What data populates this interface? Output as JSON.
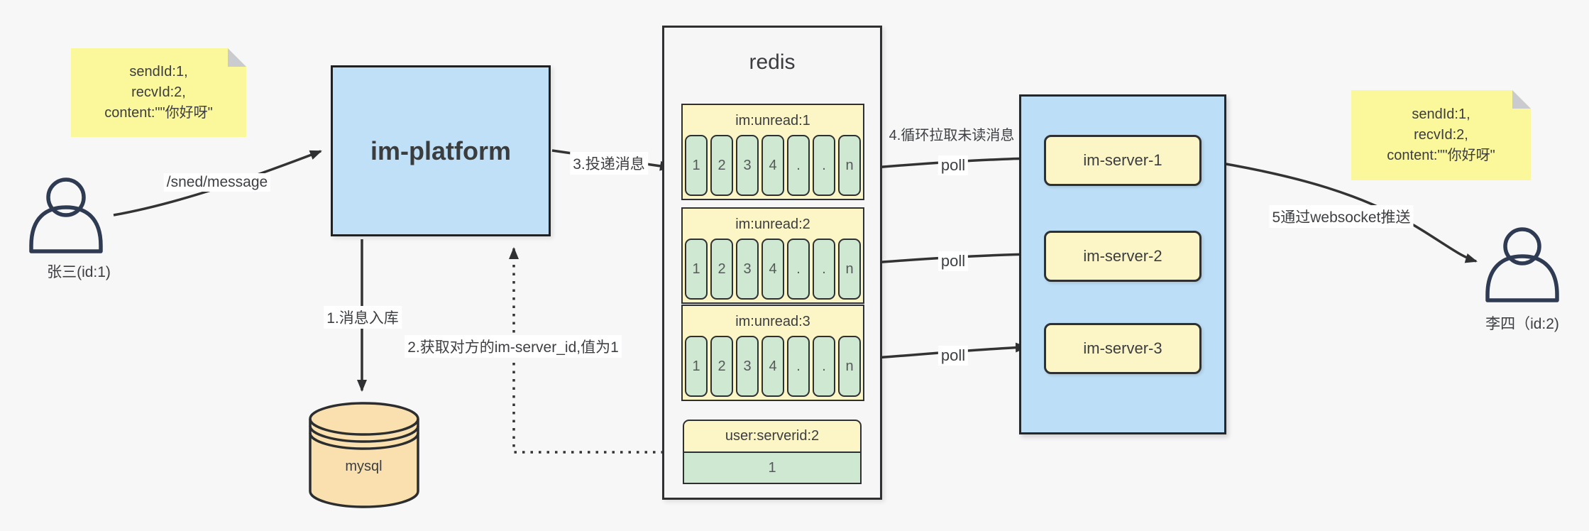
{
  "notes": {
    "left": {
      "lines": [
        "sendId:1,",
        "recvId:2,",
        "content:\"\"你好呀\""
      ]
    },
    "right": {
      "lines": [
        "sendId:1,",
        "recvId:2,",
        "content:\"\"你好呀\""
      ]
    }
  },
  "actors": {
    "sender": {
      "label": "张三(id:1)"
    },
    "receiver": {
      "label": "李四（id:2)"
    }
  },
  "platform": {
    "label": "im-platform"
  },
  "database": {
    "label": "mysql"
  },
  "redis": {
    "title": "redis",
    "queues": [
      {
        "name": "im:unread:1",
        "cells": [
          "1",
          "2",
          "3",
          "4",
          ".",
          ".",
          "n"
        ]
      },
      {
        "name": "im:unread:2",
        "cells": [
          "1",
          "2",
          "3",
          "4",
          ".",
          ".",
          "n"
        ]
      },
      {
        "name": "im:unread:3",
        "cells": [
          "1",
          "2",
          "3",
          "4",
          ".",
          ".",
          "n"
        ]
      }
    ],
    "kv": {
      "name": "user:serverid:2",
      "value": "1"
    }
  },
  "servers": {
    "items": [
      {
        "label": "im-server-1"
      },
      {
        "label": "im-server-2"
      },
      {
        "label": "im-server-3"
      }
    ]
  },
  "edges": {
    "send": "/sned/message",
    "step1": "1.消息入库",
    "step2": "2.获取对方的im-server_id,值为1",
    "step3": "3.投递消息",
    "step4": "4.循环拉取未读消息",
    "poll": "poll",
    "step5": "5通过websocket推送"
  },
  "colors": {
    "background": "#f7f7f8",
    "sticky_yellow": "#fbf79b",
    "box_blue": "#bfe0f7",
    "box_yellow": "#fcf6c6",
    "cell_green": "#cfe8d1",
    "db_orange": "#f9e0ae",
    "line_dark": "#333333",
    "person_navy": "#2f3b52"
  }
}
